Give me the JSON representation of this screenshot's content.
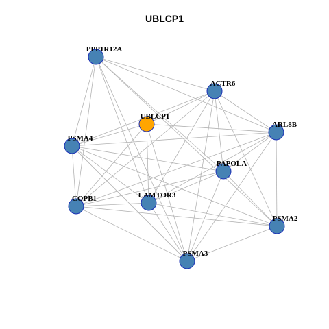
{
  "title": "UBLCP1",
  "colors": {
    "node_fill": "#4682b4",
    "node_stroke": "#1a2fb5",
    "center_fill": "#ffa500",
    "edge": "#b3b3b3"
  },
  "nodes": [
    {
      "id": "UBLCP1",
      "label": "UBLCP1",
      "center": true
    },
    {
      "id": "PPP1R12A",
      "label": "PPP1R12A"
    },
    {
      "id": "ACTR6",
      "label": "ACTR6"
    },
    {
      "id": "ARL8B",
      "label": "ARL8B"
    },
    {
      "id": "PSMA4",
      "label": "PSMA4"
    },
    {
      "id": "PAPOLA",
      "label": "PAPOLA"
    },
    {
      "id": "COPB1",
      "label": "COPB1"
    },
    {
      "id": "LAMTOR3",
      "label": "LAMTOR3"
    },
    {
      "id": "PSMA2",
      "label": "PSMA2"
    },
    {
      "id": "PSMA3",
      "label": "PSMA3"
    }
  ],
  "edges": [
    [
      "PPP1R12A",
      "ACTR6"
    ],
    [
      "PPP1R12A",
      "ARL8B"
    ],
    [
      "PPP1R12A",
      "PAPOLA"
    ],
    [
      "PPP1R12A",
      "PSMA4"
    ],
    [
      "PPP1R12A",
      "COPB1"
    ],
    [
      "PPP1R12A",
      "LAMTOR3"
    ],
    [
      "PPP1R12A",
      "PSMA2"
    ],
    [
      "PPP1R12A",
      "PSMA3"
    ],
    [
      "ACTR6",
      "PSMA4"
    ],
    [
      "ACTR6",
      "UBLCP1"
    ],
    [
      "ACTR6",
      "ARL8B"
    ],
    [
      "ACTR6",
      "PAPOLA"
    ],
    [
      "ACTR6",
      "COPB1"
    ],
    [
      "ACTR6",
      "LAMTOR3"
    ],
    [
      "ACTR6",
      "PSMA2"
    ],
    [
      "ACTR6",
      "PSMA3"
    ],
    [
      "UBLCP1",
      "ARL8B"
    ],
    [
      "UBLCP1",
      "COPB1"
    ],
    [
      "UBLCP1",
      "LAMTOR3"
    ],
    [
      "UBLCP1",
      "PSMA3"
    ],
    [
      "UBLCP1",
      "PSMA4"
    ],
    [
      "ARL8B",
      "PSMA4"
    ],
    [
      "ARL8B",
      "PAPOLA"
    ],
    [
      "ARL8B",
      "COPB1"
    ],
    [
      "ARL8B",
      "LAMTOR3"
    ],
    [
      "ARL8B",
      "PSMA2"
    ],
    [
      "ARL8B",
      "PSMA3"
    ],
    [
      "PSMA4",
      "PAPOLA"
    ],
    [
      "PSMA4",
      "COPB1"
    ],
    [
      "PSMA4",
      "LAMTOR3"
    ],
    [
      "PSMA4",
      "PSMA2"
    ],
    [
      "PSMA4",
      "PSMA3"
    ],
    [
      "PAPOLA",
      "COPB1"
    ],
    [
      "PAPOLA",
      "LAMTOR3"
    ],
    [
      "PAPOLA",
      "PSMA2"
    ],
    [
      "PAPOLA",
      "PSMA3"
    ],
    [
      "COPB1",
      "LAMTOR3"
    ],
    [
      "COPB1",
      "PSMA2"
    ],
    [
      "COPB1",
      "PSMA3"
    ],
    [
      "LAMTOR3",
      "PSMA2"
    ],
    [
      "LAMTOR3",
      "PSMA3"
    ],
    [
      "PSMA2",
      "PSMA3"
    ]
  ]
}
